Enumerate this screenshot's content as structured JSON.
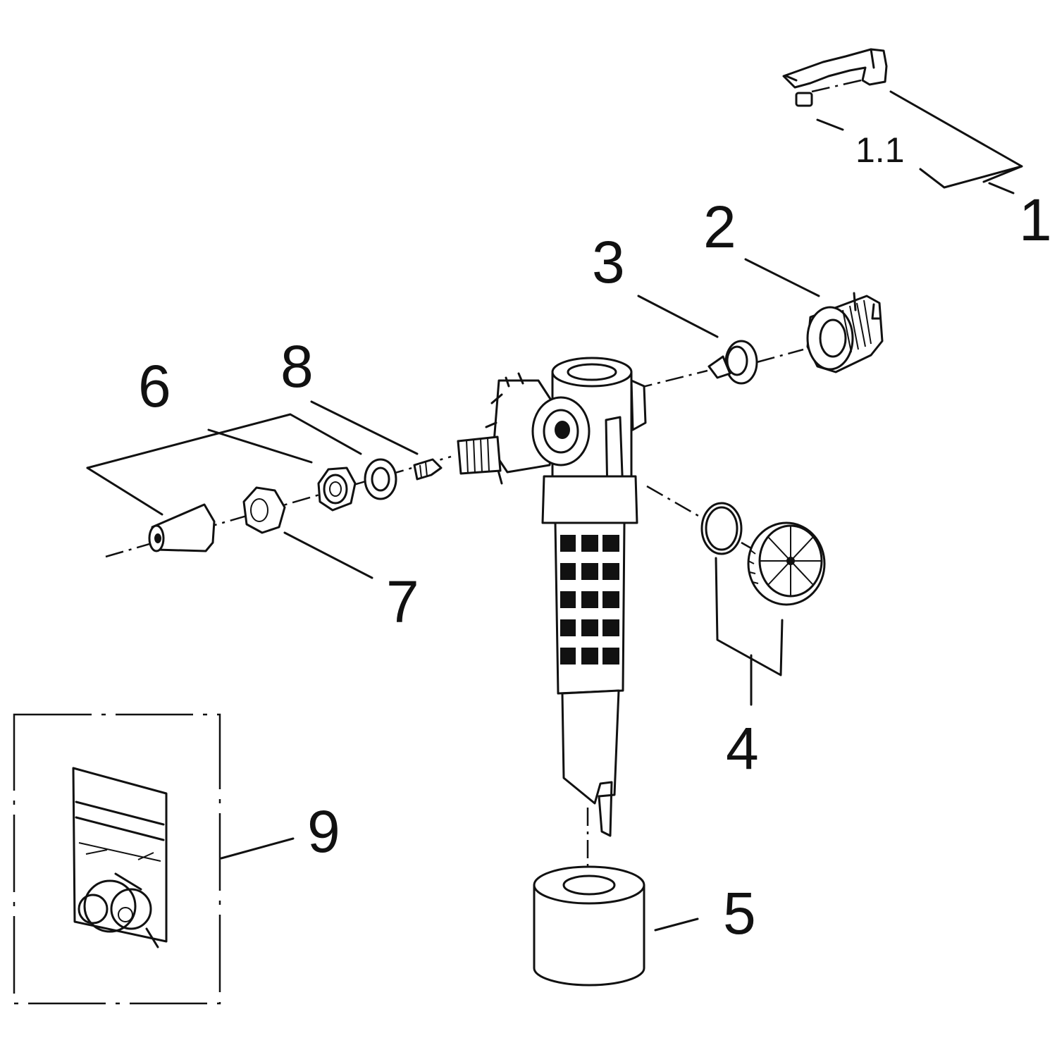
{
  "diagram": {
    "labels": {
      "part_1": "1",
      "part_1_1": "1.1",
      "part_2": "2",
      "part_3": "3",
      "part_4": "4",
      "part_5": "5",
      "part_6": "6",
      "part_7": "7",
      "part_8": "8",
      "part_9": "9"
    }
  }
}
